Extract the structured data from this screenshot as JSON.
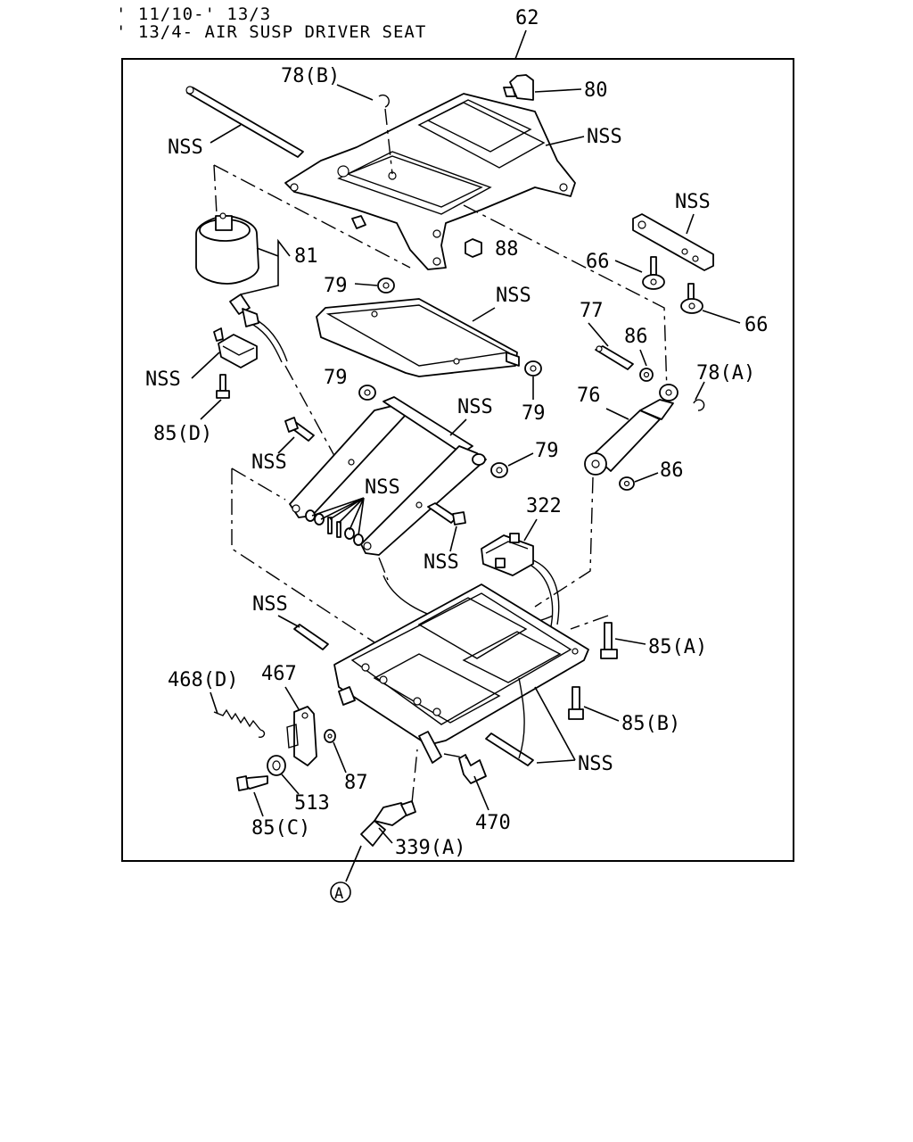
{
  "header": {
    "line1": "' 11/10-' 13/3",
    "line2": "' 13/4- AIR SUSP DRIVER SEAT"
  },
  "callouts": {
    "c62": "62",
    "c78b": "78(B)",
    "c80": "80",
    "nss_rod": "NSS",
    "nss_top": "NSS",
    "nss_bracket": "NSS",
    "c81": "81",
    "c88": "88",
    "c66a": "66",
    "c66b": "66",
    "c79a": "79",
    "nss_cradle": "NSS",
    "c77": "77",
    "c86a": "86",
    "c78a": "78(A)",
    "nss_box": "NSS",
    "c79b": "79",
    "c79c": "79",
    "c76": "76",
    "c85d": "85(D)",
    "nss_arm": "NSS",
    "c79d": "79",
    "nss_bolt": "NSS",
    "c86b": "86",
    "nss_pins": "NSS",
    "c322": "322",
    "nss_bolt2": "NSS",
    "nss_pin": "NSS",
    "c85a": "85(A)",
    "c468d": "468(D)",
    "c467": "467",
    "c85b": "85(B)",
    "nss_base": "NSS",
    "c87": "87",
    "c513": "513",
    "c470": "470",
    "c85c": "85(C)",
    "c339a": "339(A)",
    "circleA": "A"
  }
}
